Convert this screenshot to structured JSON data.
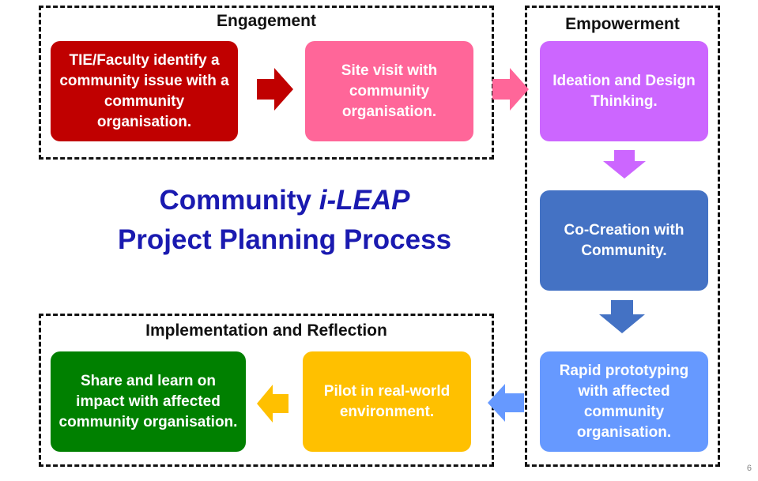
{
  "title": {
    "line1_prefix": "Community ",
    "line1_italic": "i-LEAP",
    "line2": "Project Planning Process"
  },
  "groups": {
    "engagement": "Engagement",
    "empowerment": "Empowerment",
    "implementation": "Implementation and Reflection"
  },
  "steps": {
    "identify": "TIE/Faculty identify a community issue with a community organisation.",
    "site_visit": "Site visit with community organisation.",
    "ideation": "Ideation and Design Thinking.",
    "co_creation": "Co-Creation with Community.",
    "prototyping": "Rapid prototyping with affected community organisation.",
    "pilot": "Pilot in real-world environment.",
    "share": "Share and learn on impact with affected community organisation."
  },
  "colors": {
    "identify": "#c00000",
    "site_visit": "#ff6699",
    "ideation": "#cc66ff",
    "co_creation": "#4472c4",
    "prototyping": "#6699ff",
    "pilot": "#ffc000",
    "share": "#008000",
    "title": "#1a1ab0"
  },
  "page_number": "6"
}
